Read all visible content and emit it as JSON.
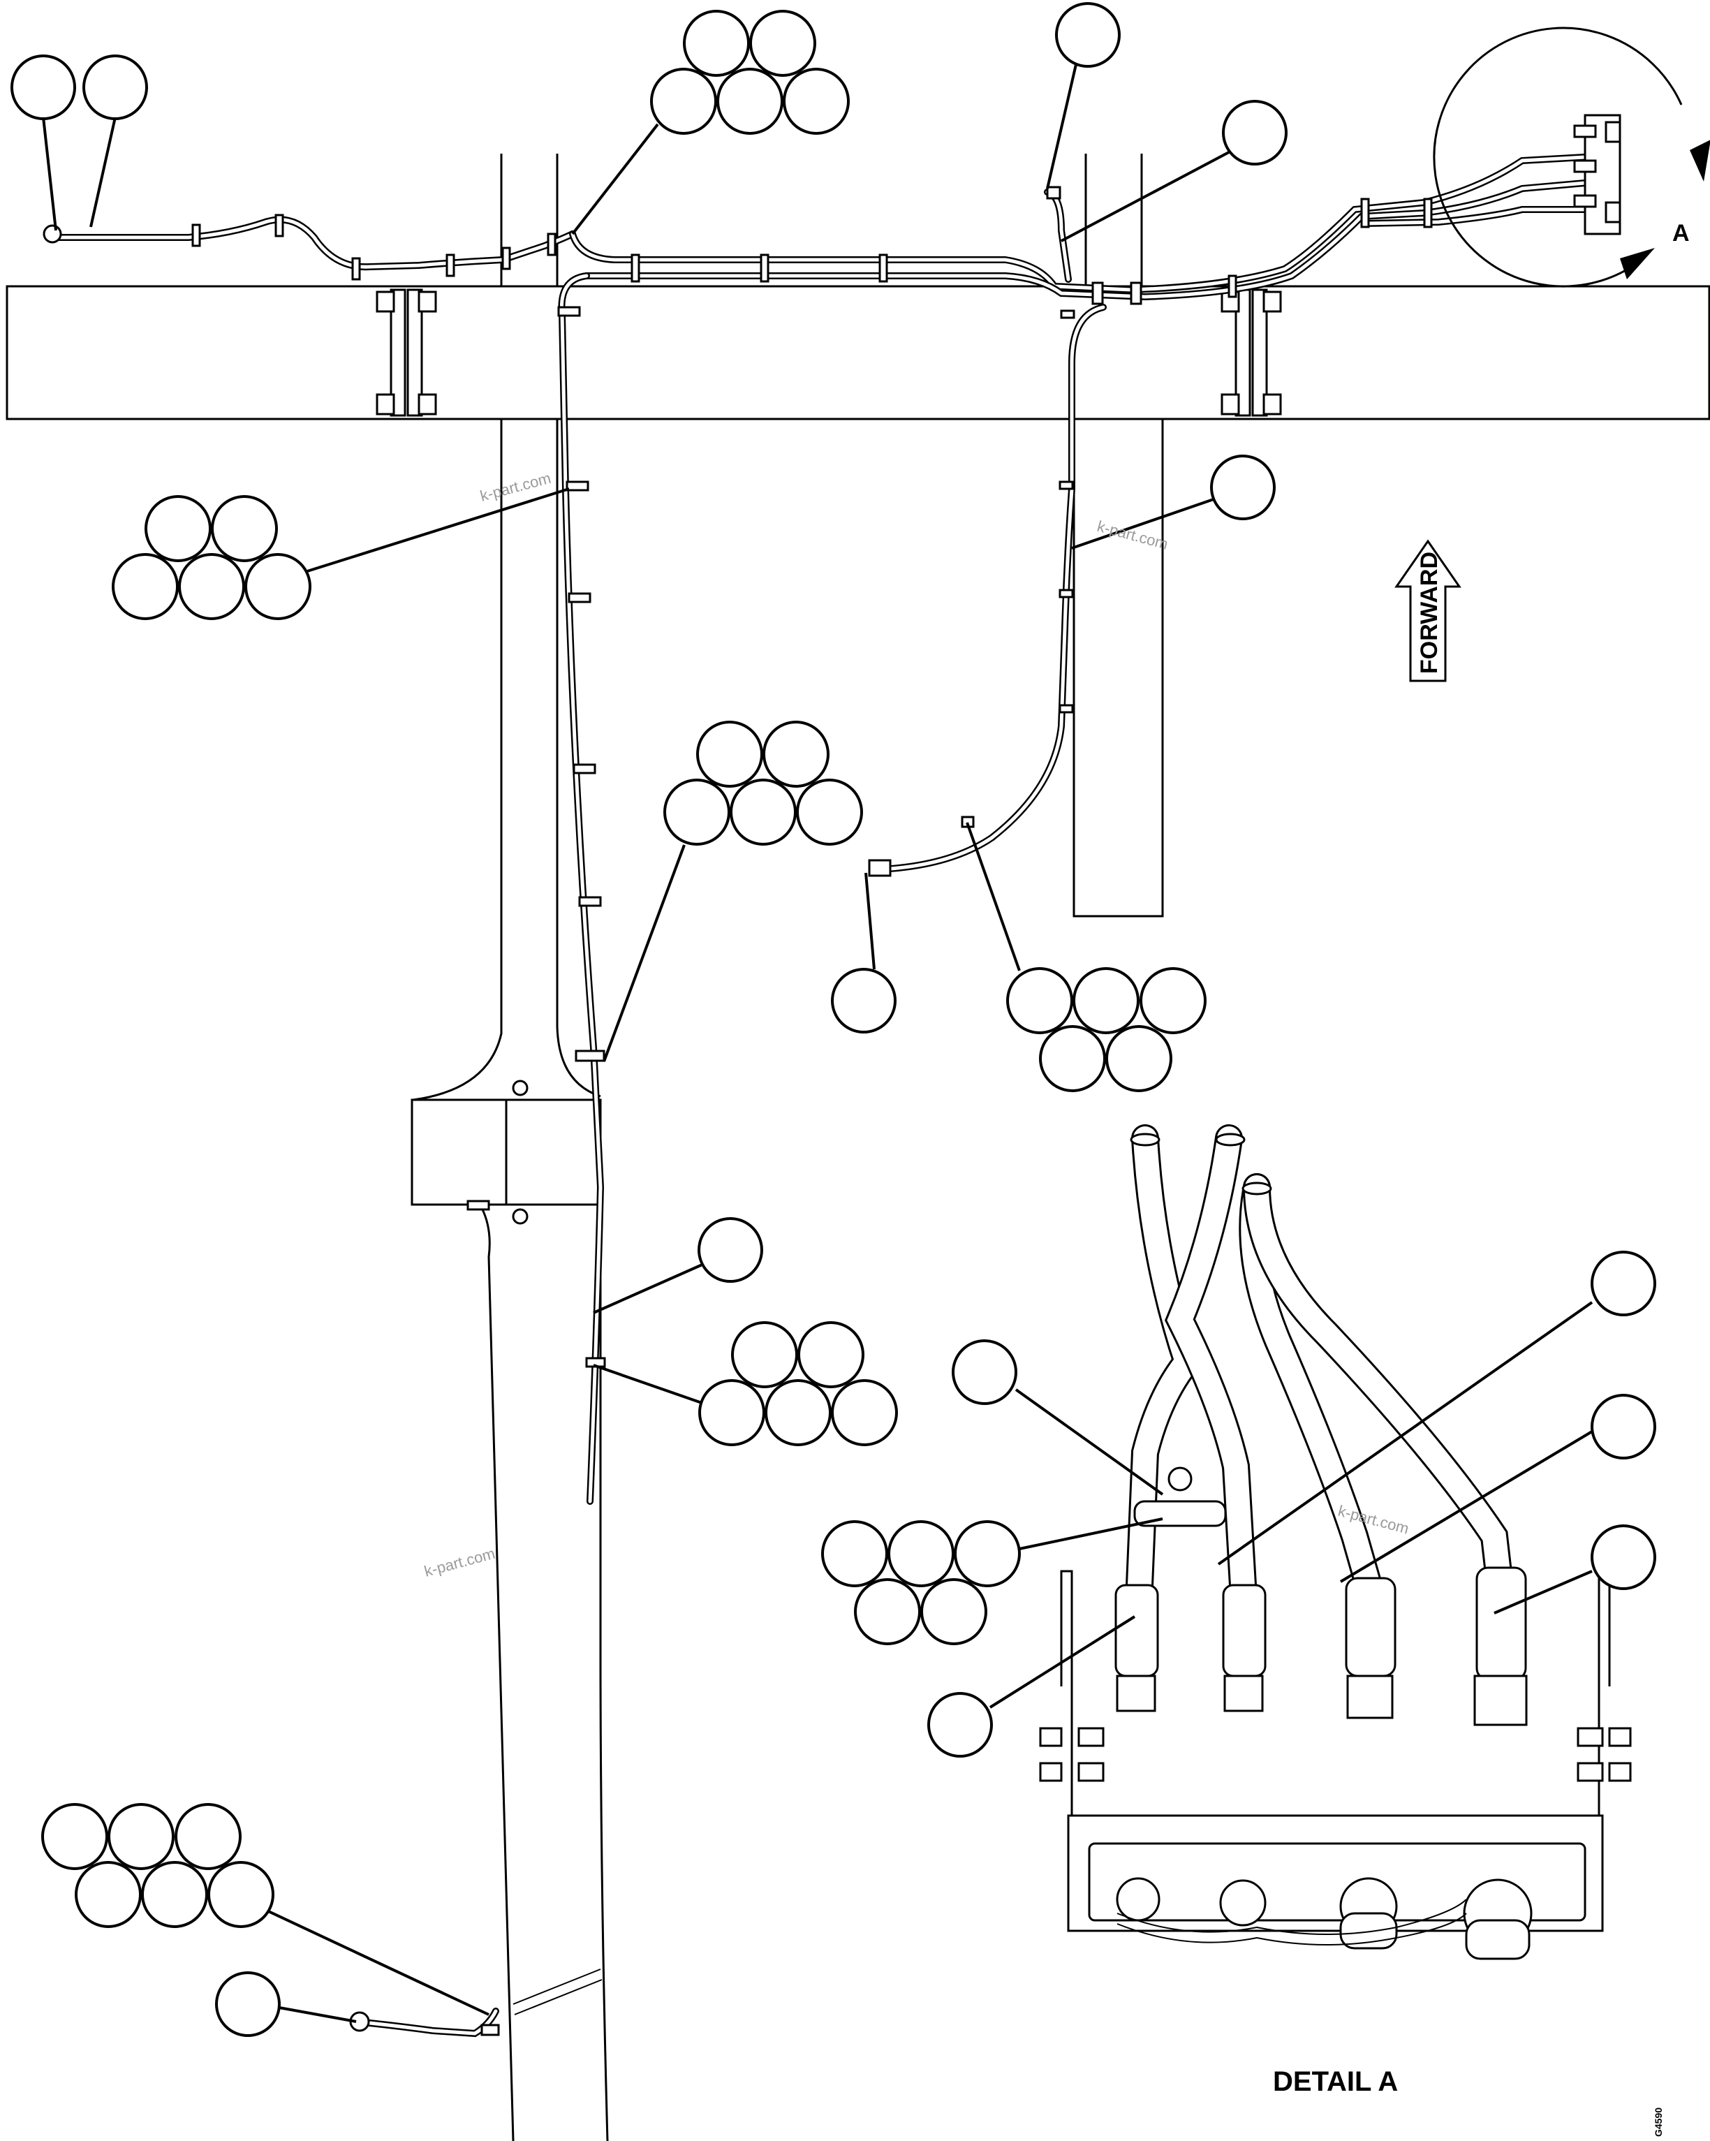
{
  "labels": {
    "forward": "FORWARD",
    "view_letter": "A",
    "detail_caption": "DETAIL A",
    "drawing_code": "G4590"
  },
  "watermark": {
    "text": "k-part.com",
    "color": "#9a9a9a"
  },
  "callout_groups": [
    {
      "id": "top-left-pair",
      "count": 2
    },
    {
      "id": "top-center-cluster",
      "count": 5
    },
    {
      "id": "top-right-single",
      "count": 1
    },
    {
      "id": "upper-right-single",
      "count": 1
    },
    {
      "id": "left-frame-cluster",
      "count": 5
    },
    {
      "id": "right-rail-single",
      "count": 1
    },
    {
      "id": "mid-center-cluster",
      "count": 5
    },
    {
      "id": "bottom-fitting-single",
      "count": 1
    },
    {
      "id": "bottom-clip-cluster",
      "count": 5
    },
    {
      "id": "lower-left-single",
      "count": 1
    },
    {
      "id": "lower-center-cluster",
      "count": 5
    },
    {
      "id": "detail-clamp-single",
      "count": 1
    },
    {
      "id": "detail-hose-2-single",
      "count": 1
    },
    {
      "id": "detail-hose-3-single",
      "count": 1
    },
    {
      "id": "detail-hose-4-single",
      "count": 1
    },
    {
      "id": "detail-clamp-cluster",
      "count": 5
    },
    {
      "id": "detail-hose-1-single",
      "count": 1
    },
    {
      "id": "bottom-left-cluster",
      "count": 6
    },
    {
      "id": "bottom-left-single",
      "count": 1
    }
  ]
}
